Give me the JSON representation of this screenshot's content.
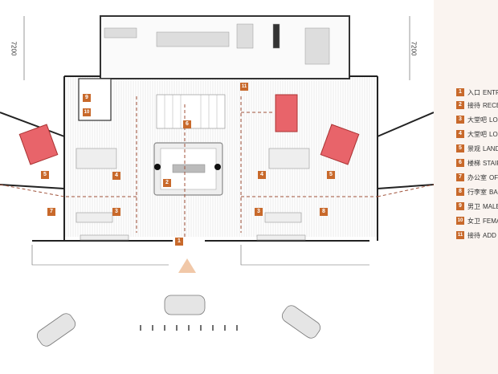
{
  "dimensions": {
    "left": "7200",
    "right": "7200"
  },
  "legend": [
    {
      "num": "1",
      "cn": "入口",
      "en": "ENTRA"
    },
    {
      "num": "2",
      "cn": "接待",
      "en": "RECEP"
    },
    {
      "num": "3",
      "cn": "大堂吧",
      "en": "LOU"
    },
    {
      "num": "4",
      "cn": "大堂吧",
      "en": "LOB"
    },
    {
      "num": "5",
      "cn": "景观",
      "en": "LANDS"
    },
    {
      "num": "6",
      "cn": "楼梯",
      "en": "STAIRS"
    },
    {
      "num": "7",
      "cn": "办公室",
      "en": "OFFI"
    },
    {
      "num": "8",
      "cn": "行李室",
      "en": "BAG"
    },
    {
      "num": "9",
      "cn": "男卫",
      "en": "MALE"
    },
    {
      "num": "10",
      "cn": "女卫",
      "en": "FEMAL"
    },
    {
      "num": "11",
      "cn": "接待",
      "en": "ADD R"
    }
  ],
  "markers": [
    "1",
    "2",
    "3",
    "3",
    "4",
    "4",
    "5",
    "5",
    "6",
    "7",
    "8",
    "9",
    "10",
    "11"
  ],
  "colors": {
    "accent": "#c8692b",
    "elevator": "#e8646a",
    "path": "#a0523a"
  }
}
